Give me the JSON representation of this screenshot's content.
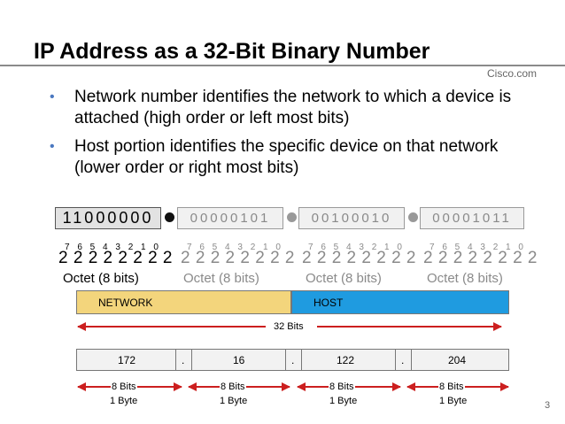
{
  "slide": {
    "title": "IP Address as a 32-Bit Binary Number",
    "brand": "Cisco.com",
    "page_number": "3",
    "bullets": [
      "Network number identifies the network to which a device is attached (high order or left most bits)",
      "Host portion identifies the specific device on that network (lower order or right most bits)"
    ]
  },
  "diagram": {
    "octets_binary": [
      "11000000",
      "00000101",
      "00100010",
      "00001011"
    ],
    "power_exponents": "7 6 5 4 3 2 1 0",
    "power_base": "2 2 2 2 2 2 2 2",
    "octet_label": "Octet (8 bits)",
    "network_label": "NETWORK",
    "host_label": "HOST",
    "total_bits_label": "32 Bits",
    "decimal_octets": [
      "172",
      "16",
      "122",
      "204"
    ],
    "separator": ".",
    "bits_label": "8 Bits",
    "byte_label": "1 Byte",
    "colors": {
      "network": "#f3d57c",
      "host": "#1f9be0",
      "arrow": "#cc1f1f",
      "accent": "#4a78c0"
    }
  }
}
